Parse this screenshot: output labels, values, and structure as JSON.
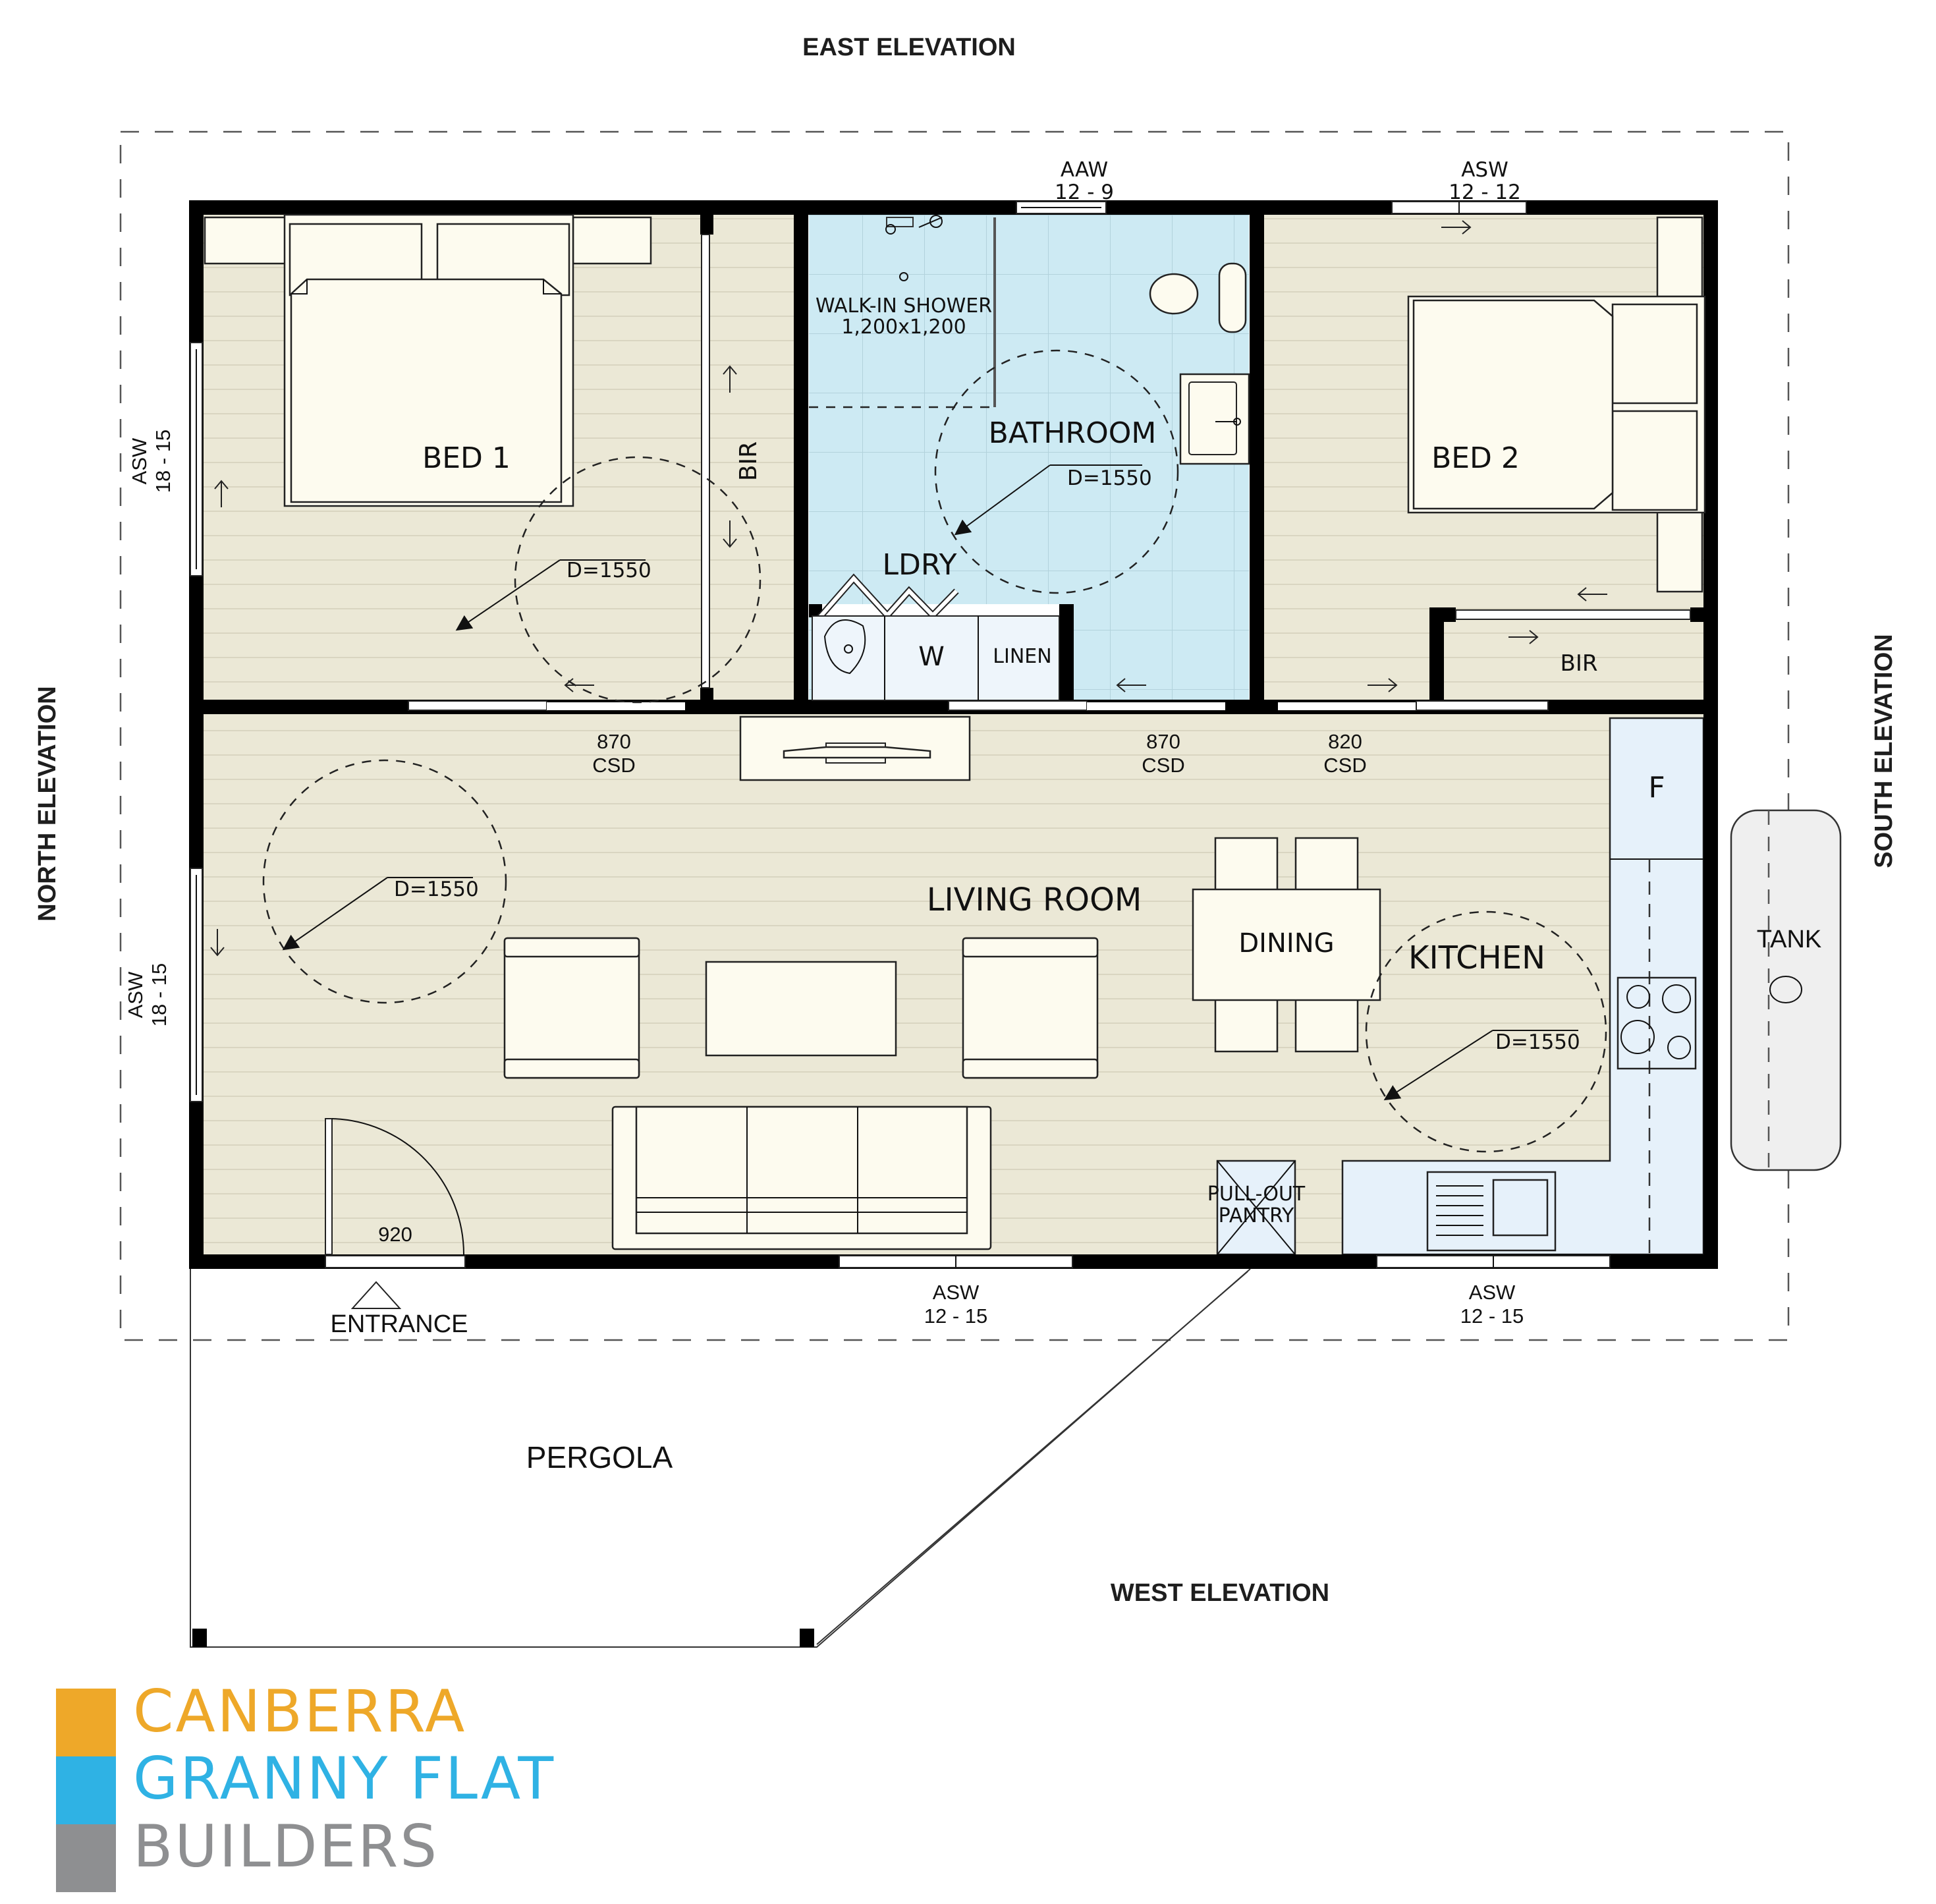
{
  "elevations": {
    "east": "EAST ELEVATION",
    "west": "WEST ELEVATION",
    "north": "NORTH ELEVATION",
    "south": "SOUTH ELEVATION"
  },
  "rooms": {
    "bed1": "BED 1",
    "bed1_bir": "BIR",
    "bathroom": "BATHROOM",
    "shower_label": "WALK-IN SHOWER",
    "shower_size": "1,200x1,200",
    "laundry": "LDRY",
    "washer": "W",
    "linen": "LINEN",
    "bed2": "BED 2",
    "bed2_bir": "BIR",
    "living": "LIVING ROOM",
    "dining": "DINING",
    "kitchen": "KITCHEN",
    "fridge": "F",
    "pantry_line1": "PULL-OUT",
    "pantry_line2": "PANTRY",
    "entrance": "ENTRANCE",
    "pergola": "PERGOLA",
    "tank": "TANK"
  },
  "turning_circles": {
    "bed1": "D=1550",
    "bathroom": "D=1550",
    "living": "D=1550",
    "kitchen": "D=1550"
  },
  "windows": {
    "east_bath": {
      "type": "AAW",
      "size": "12 - 9"
    },
    "east_bed2": {
      "type": "ASW",
      "size": "12 - 12"
    },
    "north_bed1": {
      "type": "ASW",
      "size": "18 - 15"
    },
    "north_living": {
      "type": "ASW",
      "size": "18 - 15"
    },
    "west_living": {
      "type": "ASW",
      "size": "12 - 15"
    },
    "west_kitchen": {
      "type": "ASW",
      "size": "12 - 15"
    }
  },
  "doors": {
    "bed1": {
      "width": "870",
      "type": "CSD"
    },
    "bathroom": {
      "width": "870",
      "type": "CSD"
    },
    "bed2": {
      "width": "820",
      "type": "CSD"
    },
    "entrance": {
      "width": "920"
    }
  },
  "logo": {
    "line1": "CANBERRA",
    "line2": "GRANNY FLAT",
    "line3": "BUILDERS",
    "colors": {
      "orange": "#eea829",
      "blue": "#2fb2e4",
      "grey": "#8e8f91"
    }
  },
  "colors": {
    "floor": "#ebe8d6",
    "tile": "#cdeaf3",
    "kitchen_bench": "#e6f1fa",
    "furniture": "#fdfbef",
    "wall": "#000000",
    "tank": "#efefef"
  }
}
